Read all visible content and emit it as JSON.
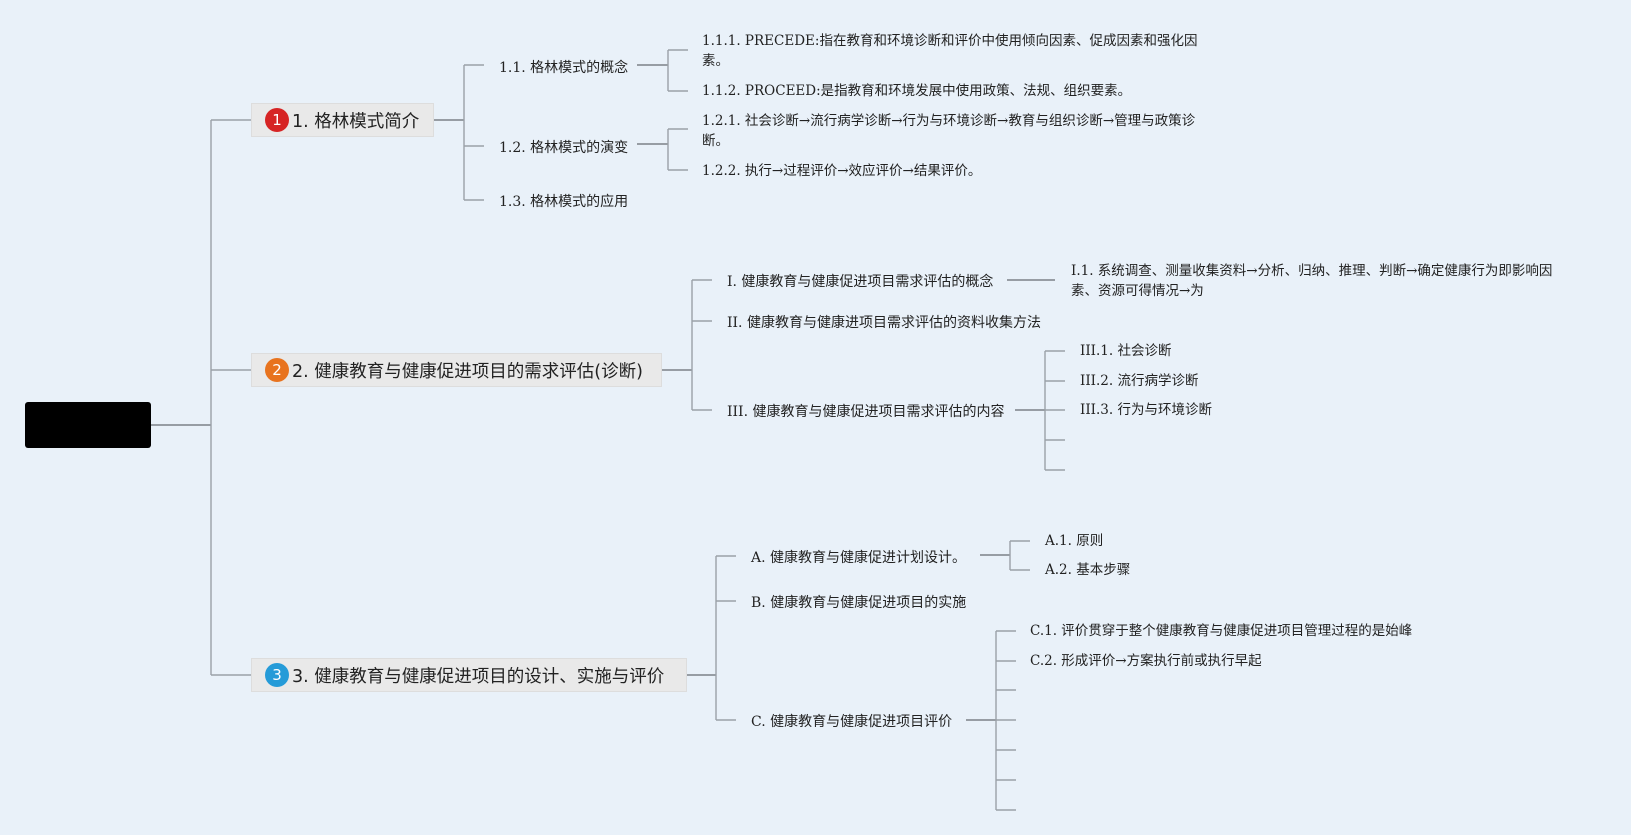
{
  "root": {
    "label": ""
  },
  "branches": [
    {
      "badge": "1",
      "badge_color": "#d62424",
      "title": "1. 格林模式简介",
      "children": [
        {
          "label": "1.1. 格林模式的概念",
          "children": [
            "1.1.1. PRECEDE:指在教育和环境诊断和评价中使用倾向因素、促成因素和强化因素。",
            "1.1.2. PROCEED:是指教育和环境发展中使用政策、法规、组织要素。"
          ]
        },
        {
          "label": "1.2. 格林模式的演变",
          "children": [
            "1.2.1. 社会诊断→流行病学诊断→行为与环境诊断→教育与组织诊断→管理与政策诊断。",
            "1.2.2. 执行→过程评价→效应评价→结果评价。"
          ]
        },
        {
          "label": "1.3. 格林模式的应用",
          "children": []
        }
      ]
    },
    {
      "badge": "2",
      "badge_color": "#e8731e",
      "title": "2. 健康教育与健康促进项目的需求评估(诊断)",
      "children": [
        {
          "label": "I. 健康教育与健康促进项目需求评估的概念",
          "children": [
            "I.1. 系统调查、测量收集资料→分析、归纳、推理、判断→确定健康行为即影响因素、资源可得情况→为"
          ]
        },
        {
          "label": "II. 健康教育与健康进项目需求评估的资料收集方法",
          "children": []
        },
        {
          "label": "III. 健康教育与健康促进项目需求评估的内容",
          "children": [
            "III.1. 社会诊断",
            "III.2. 流行病学诊断",
            "III.3. 行为与环境诊断",
            "",
            ""
          ]
        }
      ]
    },
    {
      "badge": "3",
      "badge_color": "#259bd8",
      "title": "3. 健康教育与健康促进项目的设计、实施与评价",
      "children": [
        {
          "label": "A. 健康教育与健康促进计划设计。",
          "children": [
            "A.1. 原则",
            "A.2. 基本步骤"
          ]
        },
        {
          "label": "B. 健康教育与健康促进项目的实施",
          "children": []
        },
        {
          "label": "C. 健康教育与健康促进项目评价",
          "children": [
            "C.1. 评价贯穿于整个健康教育与健康促进项目管理过程的是始峰",
            "C.2. 形成评价→方案执行前或执行早起",
            "",
            "",
            "",
            "",
            ""
          ]
        }
      ]
    }
  ]
}
